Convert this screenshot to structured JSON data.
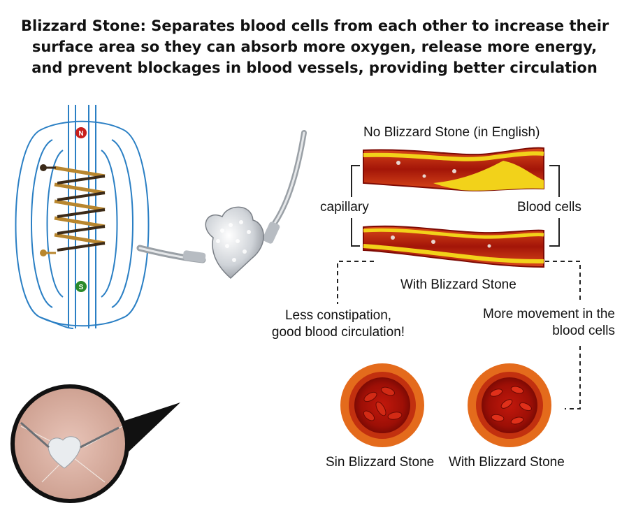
{
  "headline": [
    "Blizzard Stone: Separates blood cells from each other to increase their",
    "surface area so they can absorb more oxygen, release more energy,",
    "and prevent blockages in blood vessels, providing better circulation"
  ],
  "magnet": {
    "north_pole": "N",
    "south_pole": "S",
    "minus_terminal": "−",
    "plus_terminal": "+"
  },
  "labels": {
    "no_stone": "No Blizzard Stone (in English)",
    "capillary": "capillary",
    "blood_cells": "Blood cells",
    "with_stone": "With Blizzard Stone",
    "less_constipation_1": "Less constipation,",
    "less_constipation_2": "good blood circulation!",
    "more_movement_1": "More movement in the",
    "more_movement_2": "blood cells",
    "sin_stone_caption": "Sin Blizzard Stone",
    "with_stone_caption": "With Blizzard Stone"
  },
  "colors": {
    "field_lines": "#2a7fc4",
    "coil": "#b8862e",
    "vessel_wall": "#c2300f",
    "blood": "#8f1208",
    "plaque": "#f2d21a",
    "north": "#c8201c",
    "south": "#2a8a2a"
  }
}
